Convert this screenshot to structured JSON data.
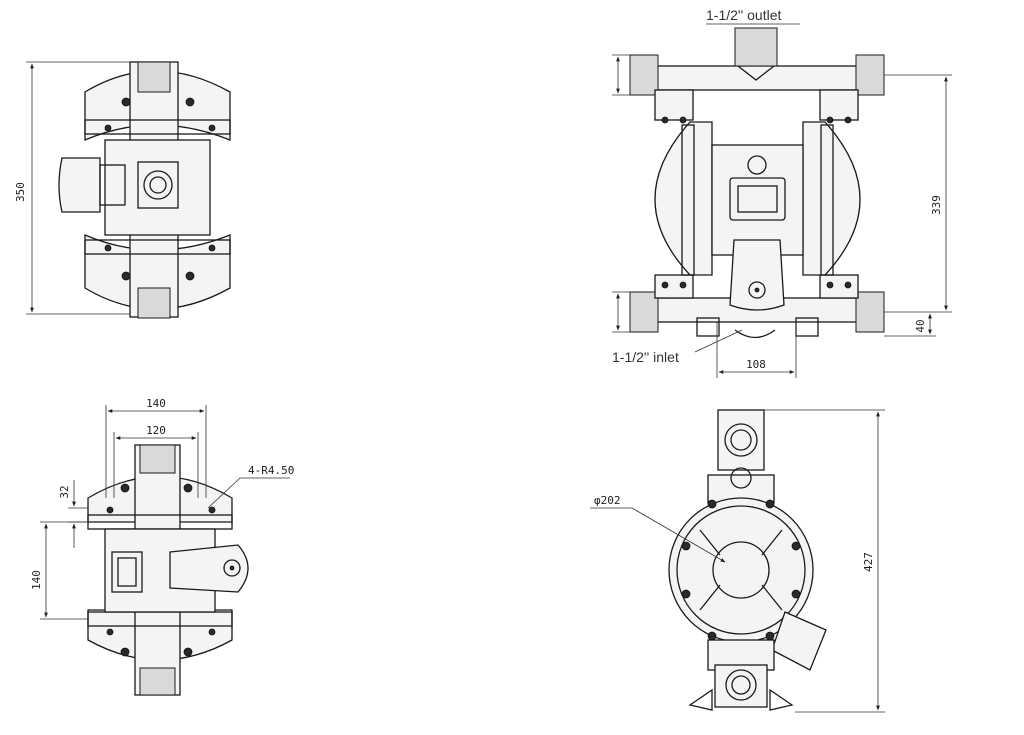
{
  "labels": {
    "outlet": "1-1/2'' outlet",
    "inlet": "1-1/2'' inlet"
  },
  "dimensions": {
    "top_height": "350",
    "front_height": "339",
    "front_base": "40",
    "front_width": "108",
    "bottom_width_outer": "140",
    "bottom_width_inner": "120",
    "bottom_hole": "4-R4.50",
    "bottom_small": "32",
    "bottom_height": "140",
    "side_diameter": "φ202",
    "side_height": "427"
  }
}
